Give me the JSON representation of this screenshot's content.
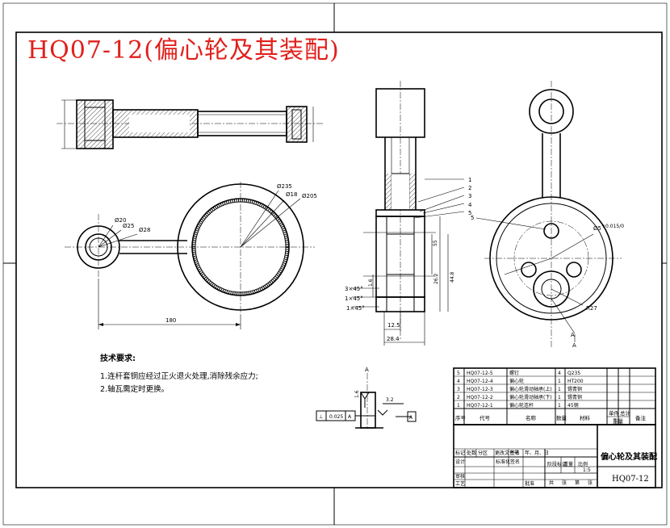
{
  "title": "HQ07-12(偏心轮及其装配)",
  "notes": {
    "heading": "技术要求:",
    "lines": [
      "1.连杆套铜应经过正火退火处理,消除残余应力;",
      "2.轴瓦需定时更换。"
    ]
  },
  "left_view": {
    "dims": [
      "Ø20",
      "Ø25",
      "Ø28",
      "Ø235",
      "Ø18",
      "Ø205",
      "180"
    ]
  },
  "middle_view": {
    "balloons": [
      "1",
      "2",
      "3",
      "4",
      "5"
    ],
    "dims": [
      "3×45°",
      "1×45°",
      "1×45°",
      "12.5",
      "28.4",
      "1.6",
      "55",
      "26.2",
      "44.8"
    ]
  },
  "right_view": {
    "labels": [
      "5",
      "Ø5",
      "R27",
      "A",
      "A"
    ],
    "dim_fraction": "+0.015/0"
  },
  "detail_a": {
    "label": "A",
    "roughness": [
      "1.6",
      "3.2"
    ],
    "tolerance": [
      "⊥",
      "0.025",
      "A"
    ],
    "datum": "A"
  },
  "parts_list": {
    "rows": [
      {
        "num": "5",
        "code": "HQ07-12-5",
        "name": "螺钉",
        "qty": "4",
        "mat": "Q235"
      },
      {
        "num": "4",
        "code": "HQ07-12-4",
        "name": "偏心轮",
        "qty": "1",
        "mat": "HT200"
      },
      {
        "num": "3",
        "code": "HQ07-12-3",
        "name": "偏心轮滑动轴承(上)",
        "qty": "1",
        "mat": "锡青铜"
      },
      {
        "num": "2",
        "code": "HQ07-12-2",
        "name": "偏心轮滑动轴承(下)",
        "qty": "1",
        "mat": "锡青铜"
      },
      {
        "num": "1",
        "code": "HQ07-12-1",
        "name": "偏心轮连杆",
        "qty": "1",
        "mat": "45钢"
      }
    ],
    "header": {
      "num": "序号",
      "code": "代号",
      "name": "名称",
      "qty": "数量",
      "mat": "材料",
      "unit_weight": "单件",
      "total_weight": "总计",
      "weight": "重量",
      "remark": "备注"
    }
  },
  "title_block": {
    "row1": [
      "标记",
      "处数",
      "分区",
      "更改文件号",
      "签名",
      "年、月、日"
    ],
    "row2": [
      "设计",
      "",
      "标准化",
      "签名"
    ],
    "row3": [
      "审核"
    ],
    "row4": [
      "工艺",
      "批准"
    ],
    "stage_labels": [
      "阶段标记",
      "重量",
      "比例"
    ],
    "scale": "1:5",
    "sheet": [
      "共",
      "张",
      "第",
      "张"
    ],
    "drawing_name": "偏心轮及其装配",
    "drawing_code": "HQ07-12"
  }
}
